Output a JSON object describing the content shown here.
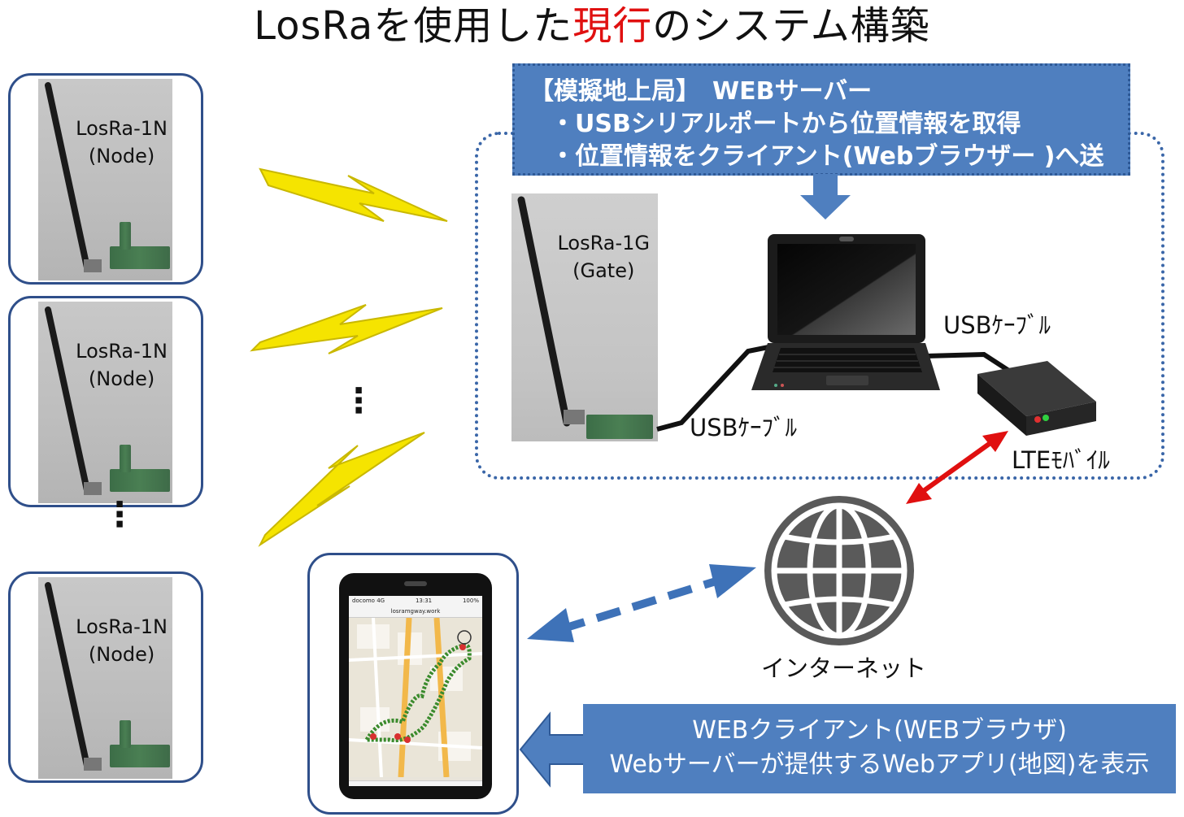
{
  "title": {
    "prefix": "LosRaを使用した",
    "highlight": "現行",
    "suffix": "のシステム構築"
  },
  "nodes": [
    {
      "name": "LosRa-1N",
      "role": "(Node)"
    },
    {
      "name": "LosRa-1N",
      "role": "(Node)"
    },
    {
      "name": "LosRa-1N",
      "role": "(Node)"
    }
  ],
  "gate": {
    "name": "LosRa-1G",
    "role": "(Gate)"
  },
  "server_box": {
    "heading": "【模擬地上局】　WEBサーバー",
    "line1": "・USBシリアルポートから位置情報を取得",
    "line2": "・位置情報をクライアント(Webブラウザー )へ送信"
  },
  "labels": {
    "usb_cable_gate": "USBｹｰﾌﾞﾙ",
    "usb_cable_lte": "USBｹｰﾌﾞﾙ",
    "lte": "LTEﾓﾊﾞｲﾙ",
    "internet": "インターネット"
  },
  "client_box": {
    "line1": "WEBクライアント(WEBブラウザ)",
    "line2": "Webサーバーが提供するWebアプリ(地図)を表示"
  },
  "phone": {
    "carrier": "docomo",
    "network": "4G",
    "time": "13:31",
    "battery": "100%",
    "url": "losramgway.work"
  },
  "colors": {
    "box_blue": "#4f7fbf",
    "border_navy": "#2f4f8a",
    "title_red": "#e01010",
    "lightning": "#f5e400",
    "lte_arrow": "#e01010"
  }
}
